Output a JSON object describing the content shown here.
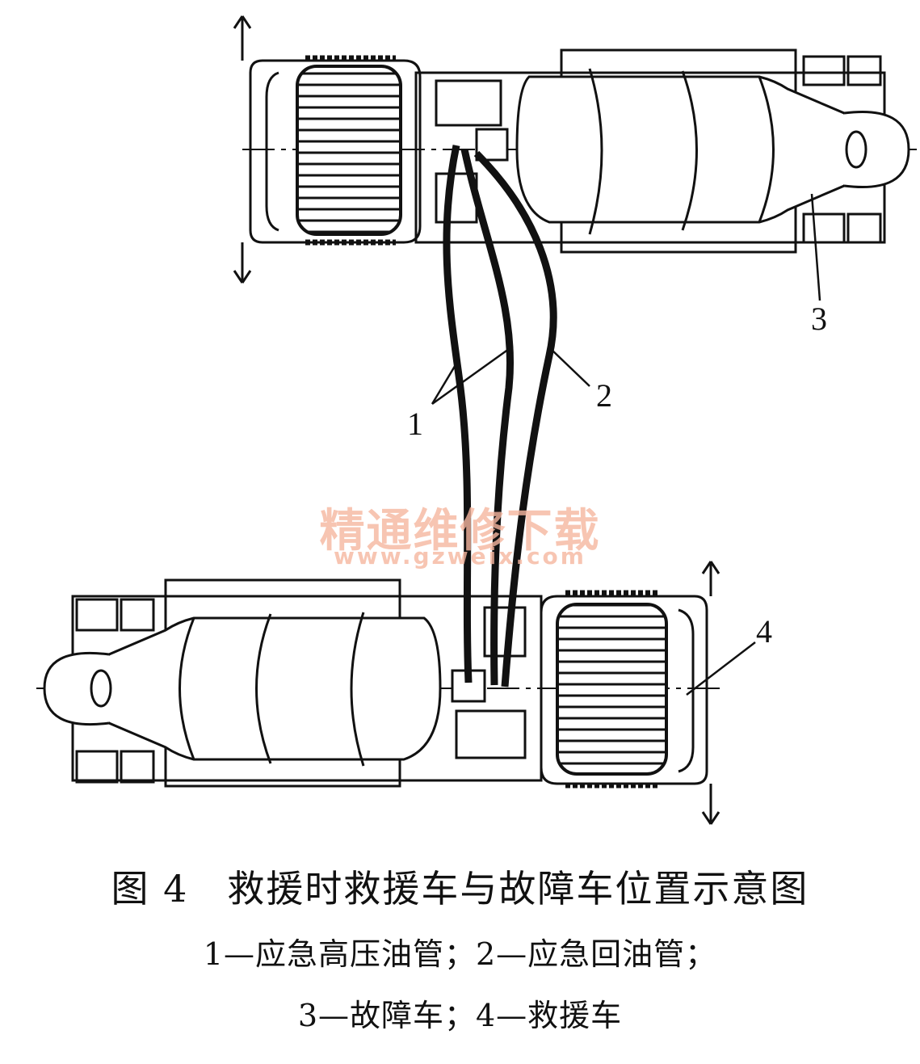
{
  "figure": {
    "title": "图 4　救援时救援车与故障车位置示意图",
    "legend_line1": "1—应急高压油管；2—应急回油管；",
    "legend_line2": "3—故障车；4—救援车"
  },
  "callouts": {
    "c1": "1",
    "c2": "2",
    "c3": "3",
    "c4": "4"
  },
  "watermark": {
    "text": "精通维修下载",
    "url": "www.gzweix.com"
  },
  "colors": {
    "ink": "#111111",
    "watermark": "#f6b7a0",
    "background": "#ffffff"
  }
}
